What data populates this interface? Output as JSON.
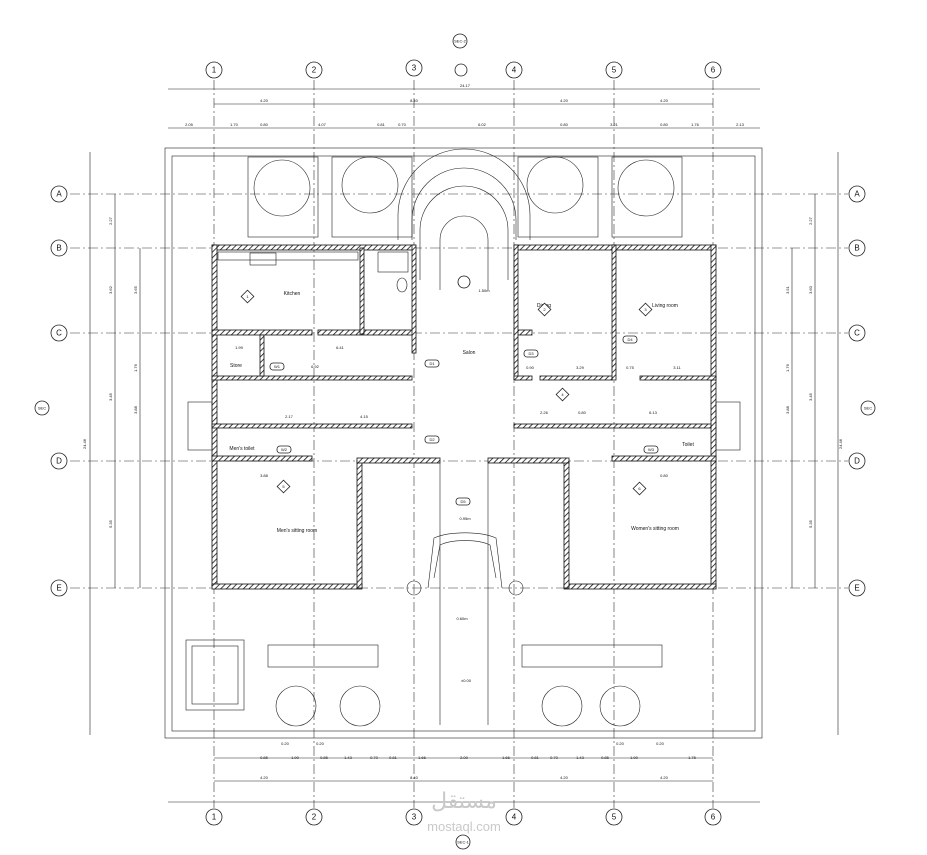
{
  "grid": {
    "columns": [
      "1",
      "2",
      "3",
      "4",
      "5",
      "6"
    ],
    "rows": [
      "A",
      "B",
      "C",
      "D",
      "E"
    ]
  },
  "section_markers": {
    "top": "SEC-2",
    "bottom": "SEC-1",
    "left": "SEC",
    "right": "SEC"
  },
  "top_dims": {
    "overall": "24.17",
    "row1": [
      "4.20",
      "8.40",
      "4.20",
      "4.20"
    ],
    "row2": [
      "2.05",
      "1.70",
      "0.80",
      "4.07",
      "0.81",
      "0.70",
      "6.02",
      "0.80",
      "3.21",
      "0.80",
      "1.76",
      "2.13"
    ]
  },
  "bottom_dims": {
    "row1": [
      "4.20",
      "8.40",
      "4.20",
      "4.20"
    ],
    "row2": [
      "0.20",
      "0.20",
      "0.20",
      "0.20"
    ],
    "row3": [
      "0.85",
      "1.90",
      "0.85",
      "1.43",
      "0.70",
      "0.81",
      "1.66",
      "2.00",
      "1.66",
      "0.81",
      "0.70",
      "1.43",
      "0.85",
      "1.90",
      "1.75"
    ]
  },
  "side_dims": {
    "left_overall": "24.46",
    "right_overall": "24.46",
    "left": [
      "2.27",
      "3.62",
      "3.65",
      "1.76",
      "3.45",
      "3.88",
      "5.35"
    ],
    "right": [
      "2.27",
      "3.51",
      "3.60",
      "1.76",
      "3.45",
      "3.88",
      "5.35"
    ]
  },
  "rooms": {
    "kitchen": "Kitchen",
    "dining": "Dining",
    "living": "Living room",
    "salon": "Salon",
    "store": "Store",
    "mens_toilet": "Men's toilet",
    "toilet": "Toilet",
    "mens_sitting": "Men's sitting room",
    "womens_sitting": "Women's sitting room"
  },
  "room_dims": [
    "1.99",
    "6.41",
    "6.92",
    "2.17",
    "4.15",
    "2.26",
    "0.80",
    "6.13",
    "3.29",
    "3.11",
    "0.90",
    "0.75",
    "3.88",
    "0.80"
  ],
  "level_tags": [
    "1",
    "2",
    "3",
    "4",
    "5",
    "6"
  ],
  "door_tags": [
    "D1",
    "D2",
    "D3",
    "D4",
    "D5",
    "W1",
    "W2",
    "W3"
  ],
  "levels": [
    "1.50m",
    "0.95m",
    "0.60m",
    "±0.00"
  ],
  "watermark": {
    "arabic": "مستقل",
    "latin": "mostaql.com"
  }
}
